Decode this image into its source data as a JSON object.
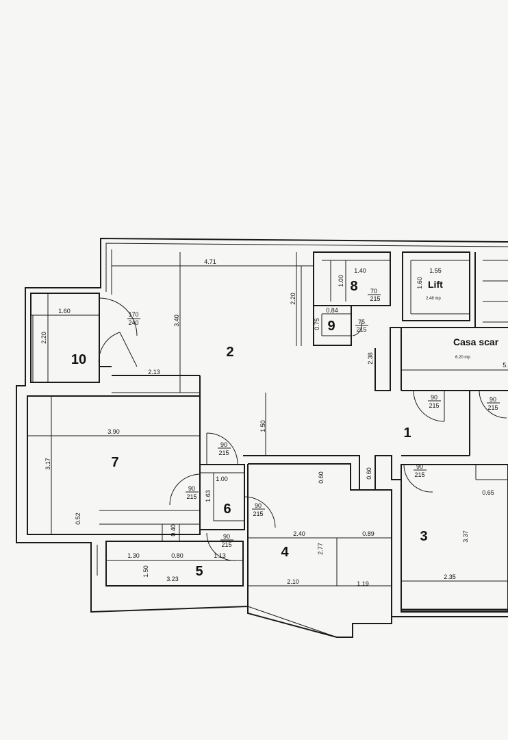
{
  "rooms": {
    "r1": "1",
    "r2": "2",
    "r3": "3",
    "r4": "4",
    "r5": "5",
    "r6": "6",
    "r7": "7",
    "r8": "8",
    "r9": "9",
    "r10": "10"
  },
  "labels": {
    "lift": "Lift",
    "lift_area": "2.48 mp",
    "stair": "Casa scar",
    "stair_area": "6.20 mp",
    "stair_dim": "5."
  },
  "dims": {
    "d_471": "4.71",
    "d_220a": "2.20",
    "d_340": "3.40",
    "d_213": "2.13",
    "d_150a": "1.50",
    "d_238": "2.38",
    "d_160": "1.60",
    "d_220b": "2.20",
    "d_390": "3.90",
    "d_317": "3.17",
    "d_052": "0.52",
    "d_100a": "1.00",
    "d_163": "1.63",
    "d_140": "1.40",
    "d_100b": "1.00",
    "d_084": "0.84",
    "d_075": "0.75",
    "d_155": "1.55",
    "d_160b": "1.60",
    "d_060a": "0.60",
    "d_060b": "0.60",
    "d_240": "2.40",
    "d_089": "0.89",
    "d_277": "2.77",
    "d_210": "2.10",
    "d_119": "1.19",
    "d_130": "1.30",
    "d_080": "0.80",
    "d_113": "1.13",
    "d_040": "0.40",
    "d_150b": "1.50",
    "d_323": "3.23",
    "d_337": "3.37",
    "d_065": "0.65",
    "d_235": "2.35"
  },
  "doors": {
    "entry_w": "170",
    "entry_h": "240",
    "d8_w": "70",
    "d8_h": "215",
    "d9_w": "75",
    "d9_h": "215",
    "da_w": "90",
    "da_h": "215",
    "db_w": "90",
    "db_h": "215",
    "dc_w": "90",
    "dc_h": "215",
    "dd_w": "90",
    "dd_h": "215",
    "de_w": "90",
    "de_h": "215",
    "df_w": "90",
    "df_h": "215",
    "dg_w": "90",
    "dg_h": "215"
  }
}
